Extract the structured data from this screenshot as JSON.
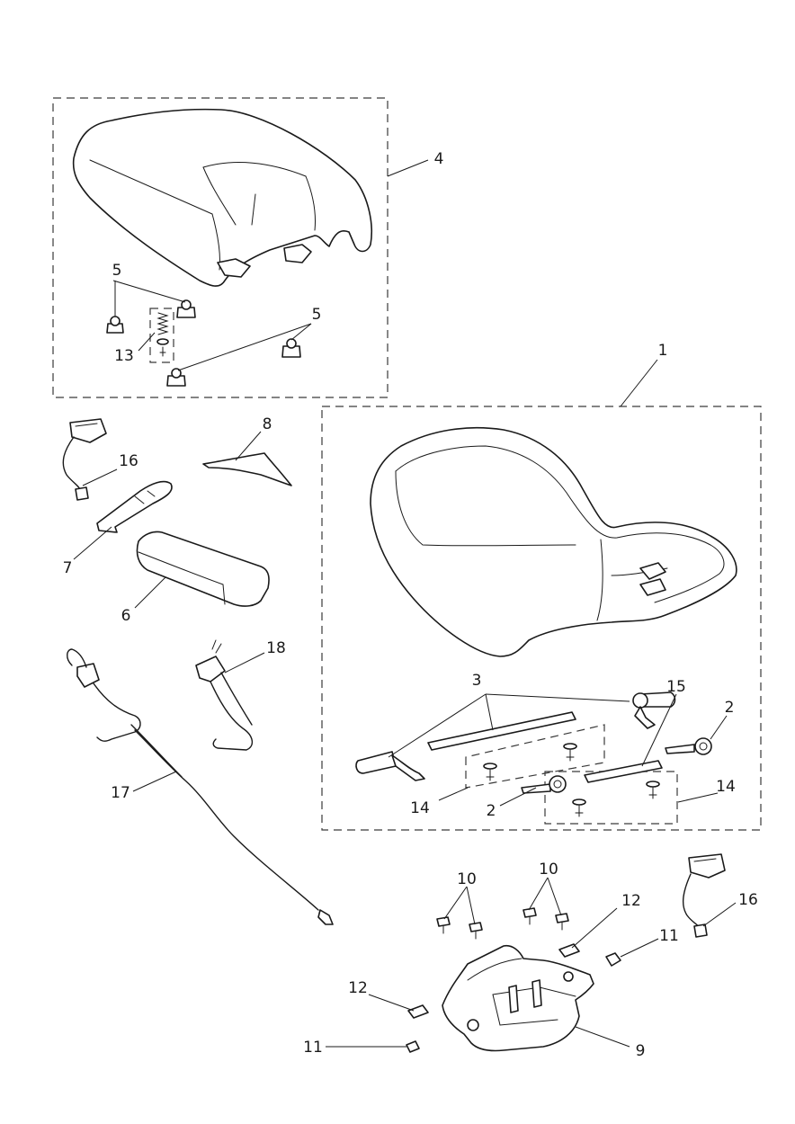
{
  "diagram": {
    "callouts": {
      "c1": "1",
      "c2a": "2",
      "c2b": "2",
      "c3": "3",
      "c4": "4",
      "c5a": "5",
      "c5b": "5",
      "c6": "6",
      "c7": "7",
      "c8": "8",
      "c9": "9",
      "c10a": "10",
      "c10b": "10",
      "c11a": "11",
      "c11b": "11",
      "c12a": "12",
      "c12b": "12",
      "c13": "13",
      "c14a": "14",
      "c14b": "14",
      "c15": "15",
      "c16a": "16",
      "c16b": "16",
      "c17": "17",
      "c18": "18"
    }
  }
}
